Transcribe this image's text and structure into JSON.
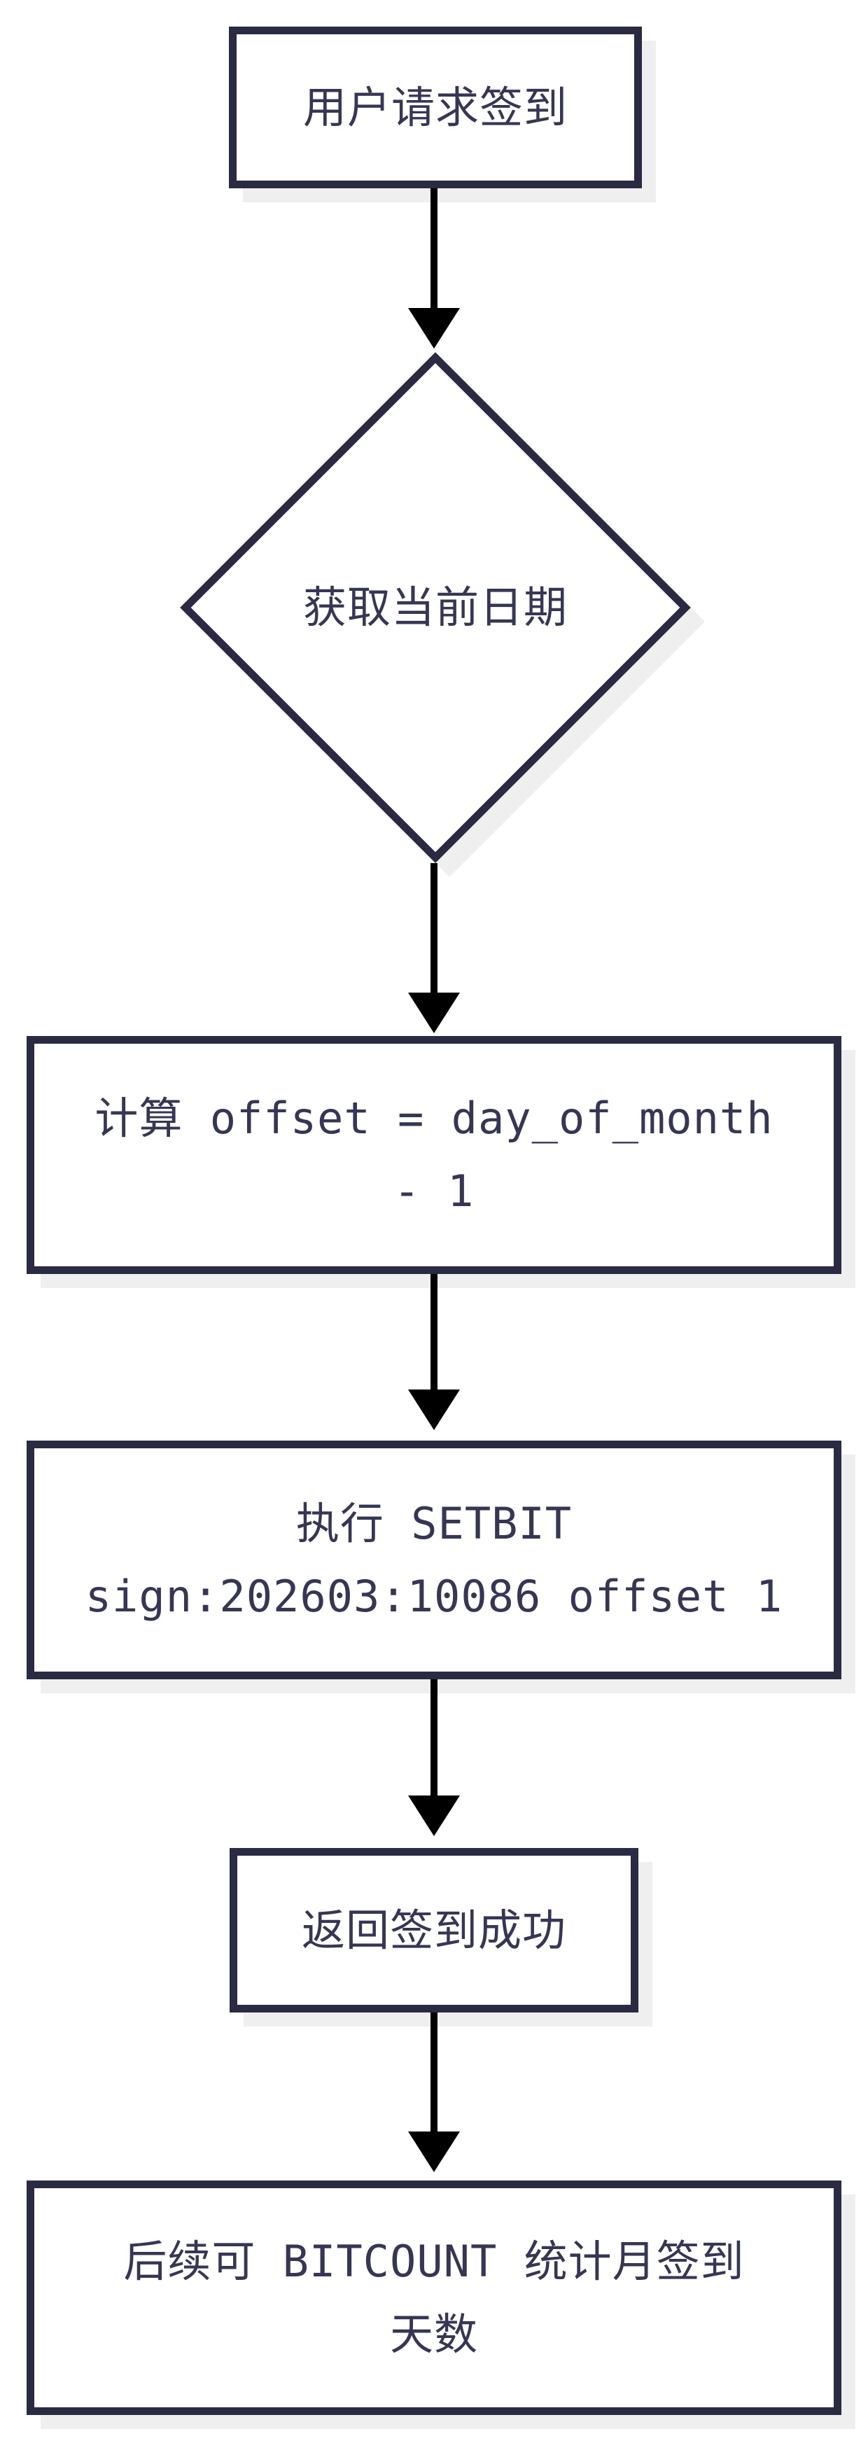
{
  "page": {
    "type": "flowchart",
    "background": "#ffffff"
  },
  "palette": {
    "node_fill": "#ffffff",
    "node_border": "#2a2a42",
    "node_text": "#363654",
    "arrow": "#000000",
    "shadow": "#efefef"
  },
  "nodes": [
    {
      "id": "user-request",
      "shape": "rectangle",
      "lines": [
        "用户请求签到"
      ]
    },
    {
      "id": "get-current-date",
      "shape": "diamond",
      "lines": [
        "获取当前日期"
      ]
    },
    {
      "id": "calc-offset",
      "shape": "rectangle",
      "lines": [
        "计算 offset = day_of_month",
        "- 1"
      ]
    },
    {
      "id": "exec-setbit",
      "shape": "rectangle",
      "lines": [
        "执行 SETBIT",
        "sign:202603:10086 offset 1"
      ]
    },
    {
      "id": "return-success",
      "shape": "rectangle",
      "lines": [
        "返回签到成功"
      ]
    },
    {
      "id": "bitcount-note",
      "shape": "rectangle",
      "lines": [
        "后续可 BITCOUNT 统计月签到",
        "天数"
      ]
    }
  ],
  "edges": [
    {
      "from": "user-request",
      "to": "get-current-date"
    },
    {
      "from": "get-current-date",
      "to": "calc-offset"
    },
    {
      "from": "calc-offset",
      "to": "exec-setbit"
    },
    {
      "from": "exec-setbit",
      "to": "return-success"
    },
    {
      "from": "return-success",
      "to": "bitcount-note"
    }
  ]
}
